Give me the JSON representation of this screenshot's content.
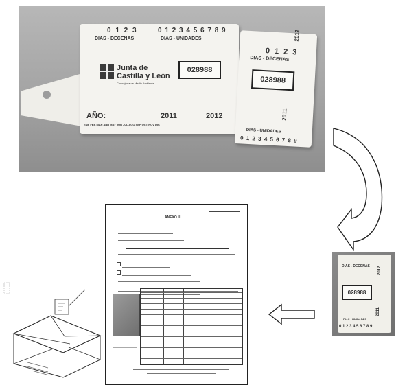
{
  "tag_left": {
    "digits_decenas": "0 1 2 3",
    "digits_unidades": "0 1 2 3 4 5 6 7 8 9",
    "label_decenas": "DIAS - DECENAS",
    "label_unidades": "DIAS - UNIDADES",
    "number": "028988",
    "brand_line1": "Junta de",
    "brand_line2": "Castilla y León",
    "brand_sub": "Consejería de Medio Ambiente",
    "year_label": "AÑO:",
    "year1": "2011",
    "year2": "2012",
    "months": "ENE FEB MAR ABR MAY JUN JUL AGO SEP OCT NOV DIC"
  },
  "tag_right": {
    "digits_decenas": "0 1 2 3",
    "label_decenas": "DIAS - DECENAS",
    "number": "028988",
    "year1": "2011",
    "year2": "2012",
    "label_unidades": "DIAS - UNIDADES",
    "digits_unidades": "0 1 2 3 4 5 6 7 8 9"
  },
  "small_tag": {
    "label_decenas": "DIAS - DECENAS",
    "number": "028988",
    "year1": "2011",
    "year2": "2012",
    "label_unidades": "DIAS - UNIDADES",
    "digits_unidades": "0 1 2 3 4 5 6 7 8 9"
  },
  "form": {
    "title": "ANEXO III"
  },
  "colors": {
    "photo_bg": "#a3a3a3",
    "tag": "#f4f3ef",
    "ink": "#222222"
  }
}
